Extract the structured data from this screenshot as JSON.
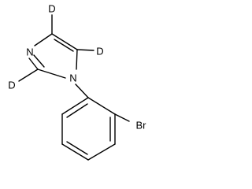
{
  "molecule": {
    "atoms": {
      "n3": "N",
      "n1": "N",
      "d_c4": "D",
      "d_c5": "D",
      "d_c2": "D",
      "br": "Br"
    }
  }
}
